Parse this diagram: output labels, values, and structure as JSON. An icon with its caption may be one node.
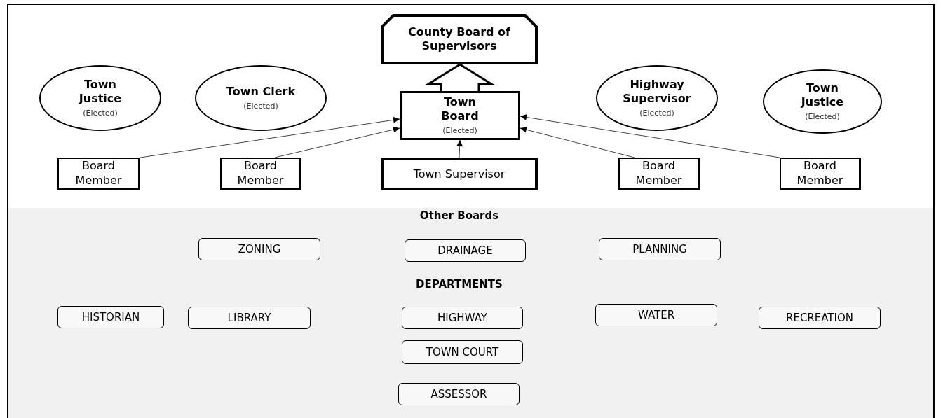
{
  "diagram": {
    "nodes": [
      {
        "text": [
          "County Board of Supervisors"
        ]
      },
      {
        "text": [
          "Town Justice",
          "(Elected)"
        ]
      },
      {
        "text": [
          "Town Clerk",
          "(Elected)"
        ]
      },
      {
        "text": [
          "Town Board",
          "(Elected)"
        ]
      },
      {
        "text": [
          "Highway Supervisor",
          "(Elected)"
        ]
      },
      {
        "text": [
          "Town Justice",
          "(Elected)"
        ]
      },
      {
        "text": [
          "Board Member"
        ]
      },
      {
        "text": [
          "Board Member"
        ]
      },
      {
        "text": [
          "Town Supervisor"
        ]
      },
      {
        "text": [
          "Board Member"
        ]
      },
      {
        "text": [
          "Board Member"
        ]
      },
      {
        "text": [
          "ZONING"
        ]
      },
      {
        "text": [
          "DRAINAGE"
        ]
      },
      {
        "text": [
          "PLANNING"
        ]
      },
      {
        "text": [
          "HISTORIAN"
        ]
      },
      {
        "text": [
          "LIBRARY"
        ]
      },
      {
        "text": [
          "HIGHWAY"
        ]
      },
      {
        "text": [
          "WATER"
        ]
      },
      {
        "text": [
          "RECREATION"
        ]
      },
      {
        "text": [
          "TOWN COURT"
        ]
      },
      {
        "text": [
          "ASSESSOR"
        ]
      }
    ],
    "edges": [
      {
        "from": 6,
        "to": 3,
        "arrow": "to"
      },
      {
        "from": 7,
        "to": 3,
        "arrow": "to"
      },
      {
        "from": 8,
        "to": 3,
        "arrow": "to"
      },
      {
        "from": 9,
        "to": 3,
        "arrow": "to"
      },
      {
        "from": 10,
        "to": 3,
        "arrow": "to"
      },
      {
        "from": 3,
        "to": 0,
        "arrow": "to",
        "style": "thick"
      }
    ],
    "labels": [
      "Other Boards",
      "DEPARTMENTS"
    ]
  }
}
